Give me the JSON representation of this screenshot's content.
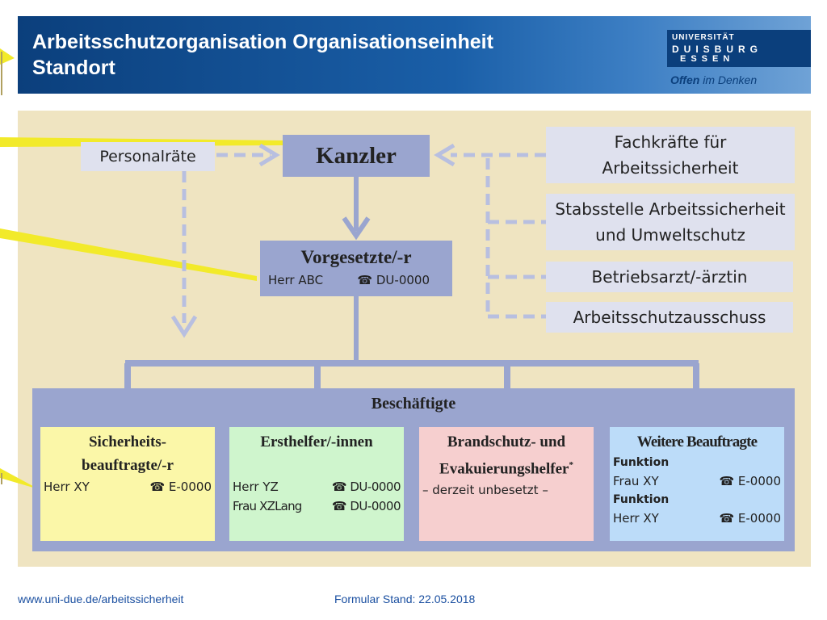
{
  "header": {
    "title_line1": "Arbeitsschutzorganisation Organisationseinheit",
    "title_line2": "Standort",
    "logo_line1": "UNIVERSITÄT",
    "logo_line2": "DUISBURG",
    "logo_line3": "ESSEN",
    "slogan_bold": "Offen",
    "slogan_rest": " im Denken"
  },
  "org": {
    "personalraete": "Personalräte",
    "kanzler": "Kanzler",
    "vorgesetzte": {
      "title": "Vorgesetzte/-r",
      "name": "Herr ABC",
      "phone": "DU-0000"
    },
    "side_boxes": [
      {
        "line1": "Fachkräfte für",
        "line2": "Arbeitssicherheit"
      },
      {
        "line1": "Stabsstelle Arbeitssicherheit",
        "line2": "und Umweltschutz"
      },
      {
        "line1": "Betriebsarzt/-ärztin",
        "line2": ""
      },
      {
        "line1": "Arbeitsschutzausschuss",
        "line2": ""
      }
    ],
    "beschaeftigte": "Beschäftigte",
    "cards": {
      "sicherheit": {
        "title1": "Sicherheits-",
        "title2": "beauftragte/-r",
        "name": "Herr XY",
        "phone": "E-0000"
      },
      "ersthelfer": {
        "title": "Ersthelfer/-innen",
        "name1": "Herr YZ",
        "phone1": "DU-0000",
        "name2": "Frau XZLang",
        "phone2": "DU-0000"
      },
      "brandschutz": {
        "title1": "Brandschutz- und",
        "title2": "Evakuierungshelfer",
        "mark": "*",
        "note": "– derzeit unbesetzt –"
      },
      "weitere": {
        "title": "Weitere Beauftragte",
        "func1": "Funktion",
        "name1": "Frau XY",
        "phone1": "E-0000",
        "func2": "Funktion",
        "name2": "Herr XY",
        "phone2": "E-0000"
      }
    }
  },
  "footer": {
    "url": "www.uni-due.de/arbeitssicherheit",
    "stand": "Formular Stand: 22.05.2018"
  },
  "icons": {
    "phone": "phone-icon"
  },
  "colors": {
    "header_blue": "#0b3f7c",
    "background": "#efe4c1",
    "node_blue": "#9aa5cf",
    "side_box": "#dfe1ee",
    "card_yellow": "#fbf7a8",
    "card_green": "#cff5cd",
    "card_pink": "#f6cfcf",
    "card_blue": "#bcdcf9",
    "pointer_yellow": "#f2ea2a"
  }
}
